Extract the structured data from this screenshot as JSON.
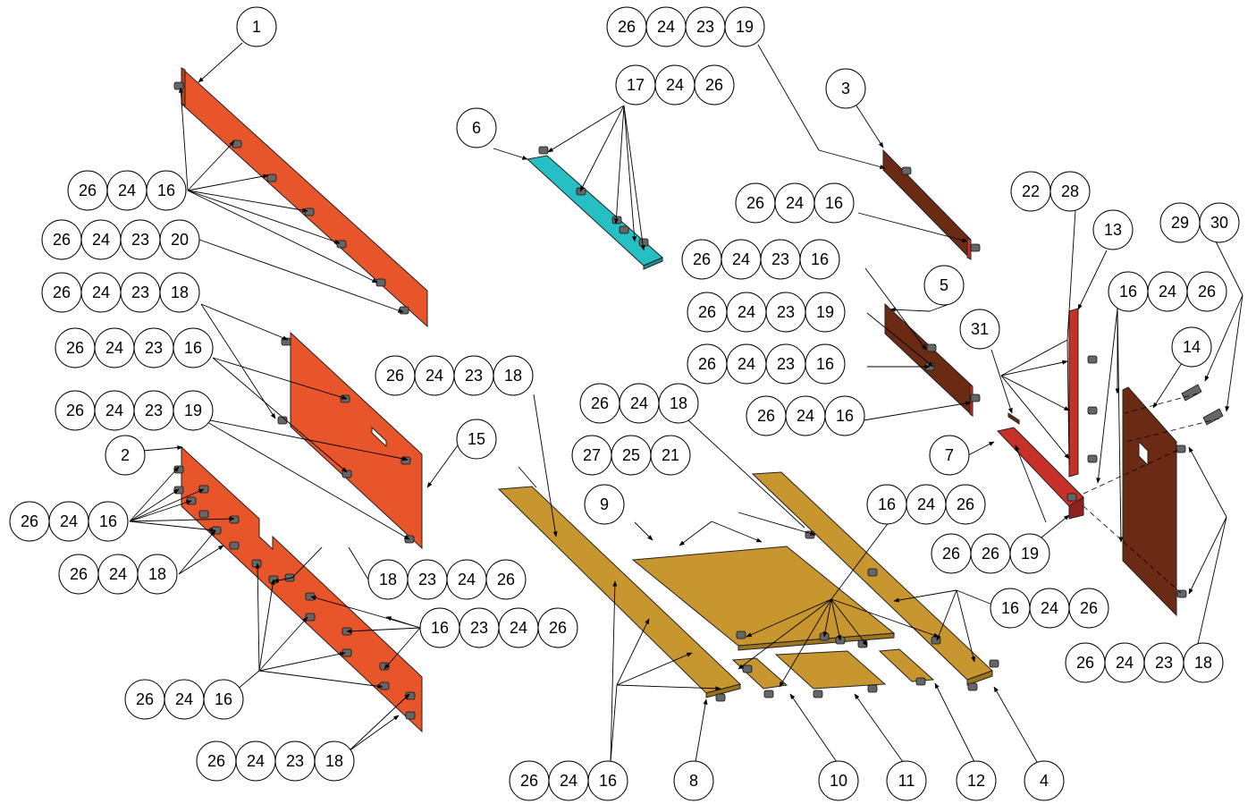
{
  "callouts": [
    {
      "id": "c-1",
      "labels": [
        "1"
      ]
    },
    {
      "id": "c-2",
      "labels": [
        "2"
      ]
    },
    {
      "id": "c-3",
      "labels": [
        "3"
      ]
    },
    {
      "id": "c-4",
      "labels": [
        "4"
      ]
    },
    {
      "id": "c-5",
      "labels": [
        "5"
      ]
    },
    {
      "id": "c-6",
      "labels": [
        "6"
      ]
    },
    {
      "id": "c-7",
      "labels": [
        "7"
      ]
    },
    {
      "id": "c-8",
      "labels": [
        "8"
      ]
    },
    {
      "id": "c-9",
      "labels": [
        "9"
      ]
    },
    {
      "id": "c-10",
      "labels": [
        "10"
      ]
    },
    {
      "id": "c-11",
      "labels": [
        "11"
      ]
    },
    {
      "id": "c-12",
      "labels": [
        "12"
      ]
    },
    {
      "id": "c-13",
      "labels": [
        "13"
      ]
    },
    {
      "id": "c-14",
      "labels": [
        "14"
      ]
    },
    {
      "id": "c-15",
      "labels": [
        "15"
      ]
    },
    {
      "id": "c-31",
      "labels": [
        "31"
      ]
    },
    {
      "id": "c-top-1",
      "labels": [
        "26",
        "24",
        "23",
        "19"
      ]
    },
    {
      "id": "c-top-2",
      "labels": [
        "17",
        "24",
        "26"
      ]
    },
    {
      "id": "c-L-a",
      "labels": [
        "26",
        "24",
        "16"
      ]
    },
    {
      "id": "c-L-b",
      "labels": [
        "26",
        "24",
        "23",
        "20"
      ]
    },
    {
      "id": "c-L-c",
      "labels": [
        "26",
        "24",
        "23",
        "18"
      ]
    },
    {
      "id": "c-L-d",
      "labels": [
        "26",
        "24",
        "23",
        "16"
      ]
    },
    {
      "id": "c-L-e",
      "labels": [
        "26",
        "24",
        "23",
        "19"
      ]
    },
    {
      "id": "c-L-f",
      "labels": [
        "26",
        "24",
        "16"
      ]
    },
    {
      "id": "c-L-g",
      "labels": [
        "26",
        "24",
        "18"
      ]
    },
    {
      "id": "c-L-h",
      "labels": [
        "18",
        "23",
        "24",
        "26"
      ]
    },
    {
      "id": "c-L-i",
      "labels": [
        "16",
        "23",
        "24",
        "26"
      ]
    },
    {
      "id": "c-L-j",
      "labels": [
        "26",
        "24",
        "16"
      ]
    },
    {
      "id": "c-L-k",
      "labels": [
        "26",
        "24",
        "23",
        "18"
      ]
    },
    {
      "id": "c-M-a",
      "labels": [
        "26",
        "24",
        "23",
        "18"
      ]
    },
    {
      "id": "c-M-b",
      "labels": [
        "26",
        "24",
        "18"
      ]
    },
    {
      "id": "c-M-c",
      "labels": [
        "27",
        "25",
        "21"
      ]
    },
    {
      "id": "c-M-d",
      "labels": [
        "26",
        "24",
        "16"
      ]
    },
    {
      "id": "c-R-a",
      "labels": [
        "26",
        "24",
        "16"
      ]
    },
    {
      "id": "c-R-b",
      "labels": [
        "26",
        "24",
        "23",
        "16"
      ]
    },
    {
      "id": "c-R-c",
      "labels": [
        "26",
        "24",
        "23",
        "19"
      ]
    },
    {
      "id": "c-R-d",
      "labels": [
        "26",
        "24",
        "23",
        "16"
      ]
    },
    {
      "id": "c-R-e",
      "labels": [
        "26",
        "24",
        "16"
      ]
    },
    {
      "id": "c-R-f",
      "labels": [
        "16",
        "24",
        "26"
      ]
    },
    {
      "id": "c-R-g",
      "labels": [
        "26",
        "26",
        "19"
      ]
    },
    {
      "id": "c-R-h",
      "labels": [
        "16",
        "24",
        "26"
      ]
    },
    {
      "id": "c-R-i",
      "labels": [
        "22",
        "28"
      ]
    },
    {
      "id": "c-R-j",
      "labels": [
        "29",
        "30"
      ]
    },
    {
      "id": "c-R-k",
      "labels": [
        "16",
        "24",
        "26"
      ]
    },
    {
      "id": "c-R-l",
      "labels": [
        "26",
        "24",
        "23",
        "18"
      ]
    }
  ],
  "colors": {
    "orange_plate": "#E8552B",
    "teal_plate": "#26BFC4",
    "brown_plate": "#6B2A14",
    "red_plate": "#C8302A",
    "gold_plate": "#C8962E",
    "bolt": "#6a6a6a"
  }
}
